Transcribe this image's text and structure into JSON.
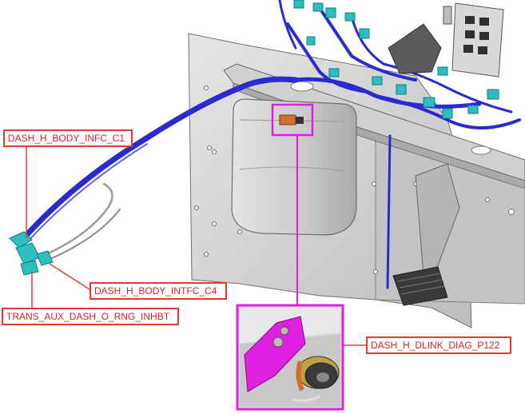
{
  "labels": {
    "c1": "DASH_H_BODY_INFC_C1",
    "c4": "DASH_H_BODY_INTFC_C4",
    "rng_inhbt": "TRANS_AUX_DASH_O_RNG_INHBT",
    "diag": "DASH_H_DLINK_DIAG_P122"
  },
  "colors": {
    "callout_line": "#e53935",
    "callout_text": "#d81f26",
    "highlight": "#e020e0",
    "harness": "#2a2ad0",
    "connector": "#2bbfbf",
    "panel": "#d9d9d9",
    "reservoir": "#cfcfcf"
  },
  "icons": [
    "dashboard-panel",
    "wire-harness",
    "fluid-reservoir",
    "brake-pedal",
    "switch-panel",
    "diagnostic-connector"
  ]
}
